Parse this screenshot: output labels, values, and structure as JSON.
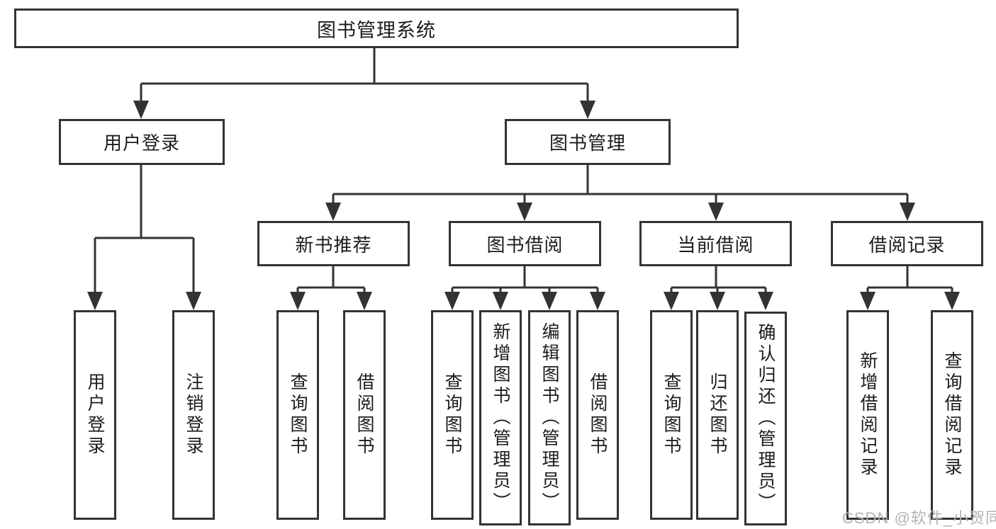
{
  "diagram": {
    "title": "图书管理系统",
    "root": {
      "label": "图书管理系统"
    },
    "level2": [
      {
        "label": "用户登录"
      },
      {
        "label": "图书管理"
      }
    ],
    "level3": [
      {
        "label": "新书推荐",
        "parent": "图书管理"
      },
      {
        "label": "图书借阅",
        "parent": "图书管理"
      },
      {
        "label": "当前借阅",
        "parent": "图书管理"
      },
      {
        "label": "借阅记录",
        "parent": "图书管理"
      }
    ],
    "leaves": [
      {
        "label": "用户登录",
        "parent": "用户登录"
      },
      {
        "label": "注销登录",
        "parent": "用户登录"
      },
      {
        "label": "查询图书",
        "parent": "新书推荐"
      },
      {
        "label": "借阅图书",
        "parent": "新书推荐"
      },
      {
        "label": "查询图书",
        "parent": "图书借阅"
      },
      {
        "label": "新增图书（管理员）",
        "parent": "图书借阅"
      },
      {
        "label": "编辑图书（管理员）",
        "parent": "图书借阅"
      },
      {
        "label": "借阅图书",
        "parent": "图书借阅"
      },
      {
        "label": "查询图书",
        "parent": "当前借阅"
      },
      {
        "label": "归还图书",
        "parent": "当前借阅"
      },
      {
        "label": "确认归还（管理员）",
        "parent": "当前借阅"
      },
      {
        "label": "新增借阅记录",
        "parent": "借阅记录"
      },
      {
        "label": "查询借阅记录",
        "parent": "借阅记录"
      }
    ]
  },
  "watermark": "CSDN @软件_小贺同学",
  "colors": {
    "line": "#333333",
    "box_border": "#333333",
    "text": "#1c1c1c",
    "background": "#ffffff",
    "watermark": "#b3b3b3"
  }
}
